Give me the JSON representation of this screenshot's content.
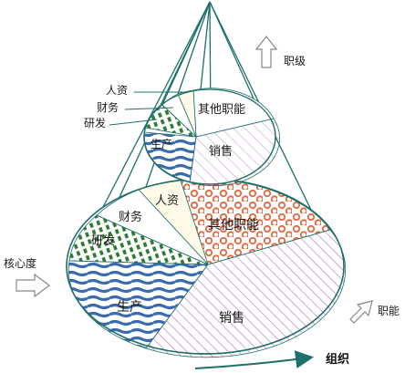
{
  "diagram": {
    "top_pie": {
      "labels": {
        "hr": "人资",
        "finance": "财务",
        "rd": "研发",
        "production": "生产",
        "other_functions": "其他职能",
        "sales": "销售"
      }
    },
    "bottom_pie": {
      "labels": {
        "hr": "人资",
        "finance": "财务",
        "rd": "研发",
        "production": "生产",
        "other_functions": "其他职能",
        "sales": "销售"
      }
    },
    "axes": {
      "level": "职级",
      "function": "职能",
      "core_degree": "核心度",
      "organization": "组织"
    },
    "colors": {
      "outline": "#1f6f6a",
      "production_stripe": "#3a6bb0",
      "rd_stripe": "#2e7d32",
      "other_functions_dots": "#e8663a",
      "sales_hatch": "#b07ab8",
      "organization_arrow": "#1f6f6a"
    }
  }
}
